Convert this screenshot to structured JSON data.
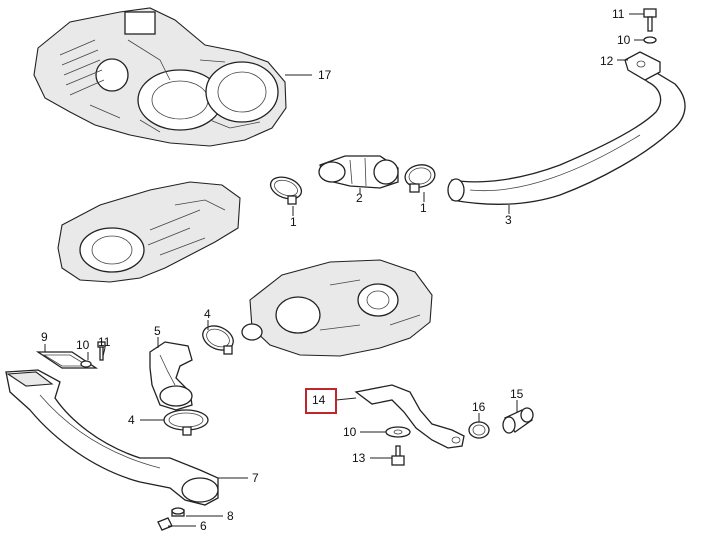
{
  "diagram": {
    "callouts": [
      {
        "id": "c17",
        "text": "17"
      },
      {
        "id": "c11a",
        "text": "11"
      },
      {
        "id": "c10a",
        "text": "10"
      },
      {
        "id": "c12",
        "text": "12"
      },
      {
        "id": "c2",
        "text": "2"
      },
      {
        "id": "c1a",
        "text": "1"
      },
      {
        "id": "c1b",
        "text": "1"
      },
      {
        "id": "c3",
        "text": "3"
      },
      {
        "id": "c9",
        "text": "9"
      },
      {
        "id": "c10b",
        "text": "10"
      },
      {
        "id": "c11b",
        "text": "11"
      },
      {
        "id": "c5",
        "text": "5"
      },
      {
        "id": "c4a",
        "text": "4"
      },
      {
        "id": "c4b",
        "text": "4"
      },
      {
        "id": "c7",
        "text": "7"
      },
      {
        "id": "c8",
        "text": "8"
      },
      {
        "id": "c6",
        "text": "6"
      },
      {
        "id": "c14",
        "text": "14"
      },
      {
        "id": "c10c",
        "text": "10"
      },
      {
        "id": "c13",
        "text": "13"
      },
      {
        "id": "c16",
        "text": "16"
      },
      {
        "id": "c15",
        "text": "15"
      }
    ],
    "highlight_color": "#c0272d"
  }
}
